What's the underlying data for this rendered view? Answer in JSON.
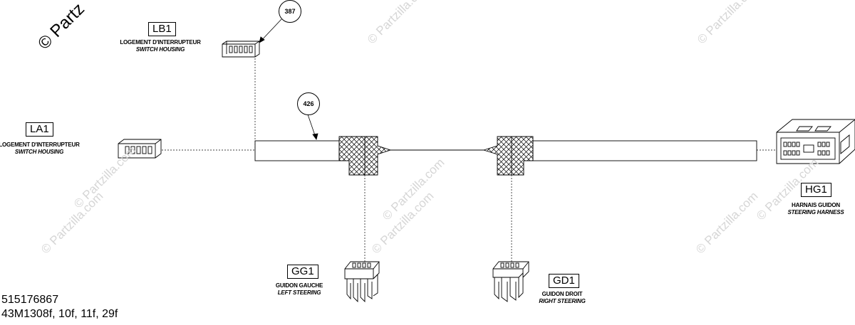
{
  "watermark": {
    "text": "© Partzilla.com",
    "corner_text": "© Partz"
  },
  "callouts": {
    "c387": "387",
    "c426": "426"
  },
  "connectors": {
    "lb1": {
      "code": "LB1",
      "fr": "LOGEMENT D'INTERRUPTEUR",
      "en": "SWITCH HOUSING"
    },
    "la1": {
      "code": "LA1",
      "fr": "LOGEMENT D'INTERRUPTEUR",
      "en": "SWITCH HOUSING"
    },
    "hg1": {
      "code": "HG1",
      "fr": "HARNAIS GUIDON",
      "en": "STEERING HARNESS"
    },
    "gg1": {
      "code": "GG1",
      "fr": "GUIDON GAUCHE",
      "en": "LEFT STEERING"
    },
    "gd1": {
      "code": "GD1",
      "fr": "GUIDON DROIT",
      "en": "RIGHT STEERING"
    }
  },
  "footer": {
    "part_number": "515176867",
    "models": "43M1308f, 10f, 11f, 29f"
  }
}
